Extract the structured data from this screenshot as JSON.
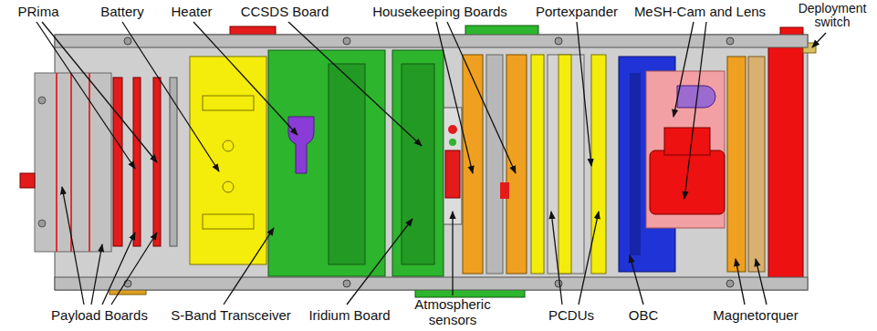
{
  "diagram": {
    "labels": [
      "PRima",
      "Battery",
      "Heater",
      "CCSDS Board",
      "Housekeeping Boards",
      "Portexpander",
      "MeSH-Cam and Lens",
      "Deployment switch",
      "Payload Boards",
      "S-Band Transceiver",
      "Iridium Board",
      "Atmospheric sensors",
      "PCDUs",
      "OBC",
      "Magnetorquer"
    ]
  }
}
